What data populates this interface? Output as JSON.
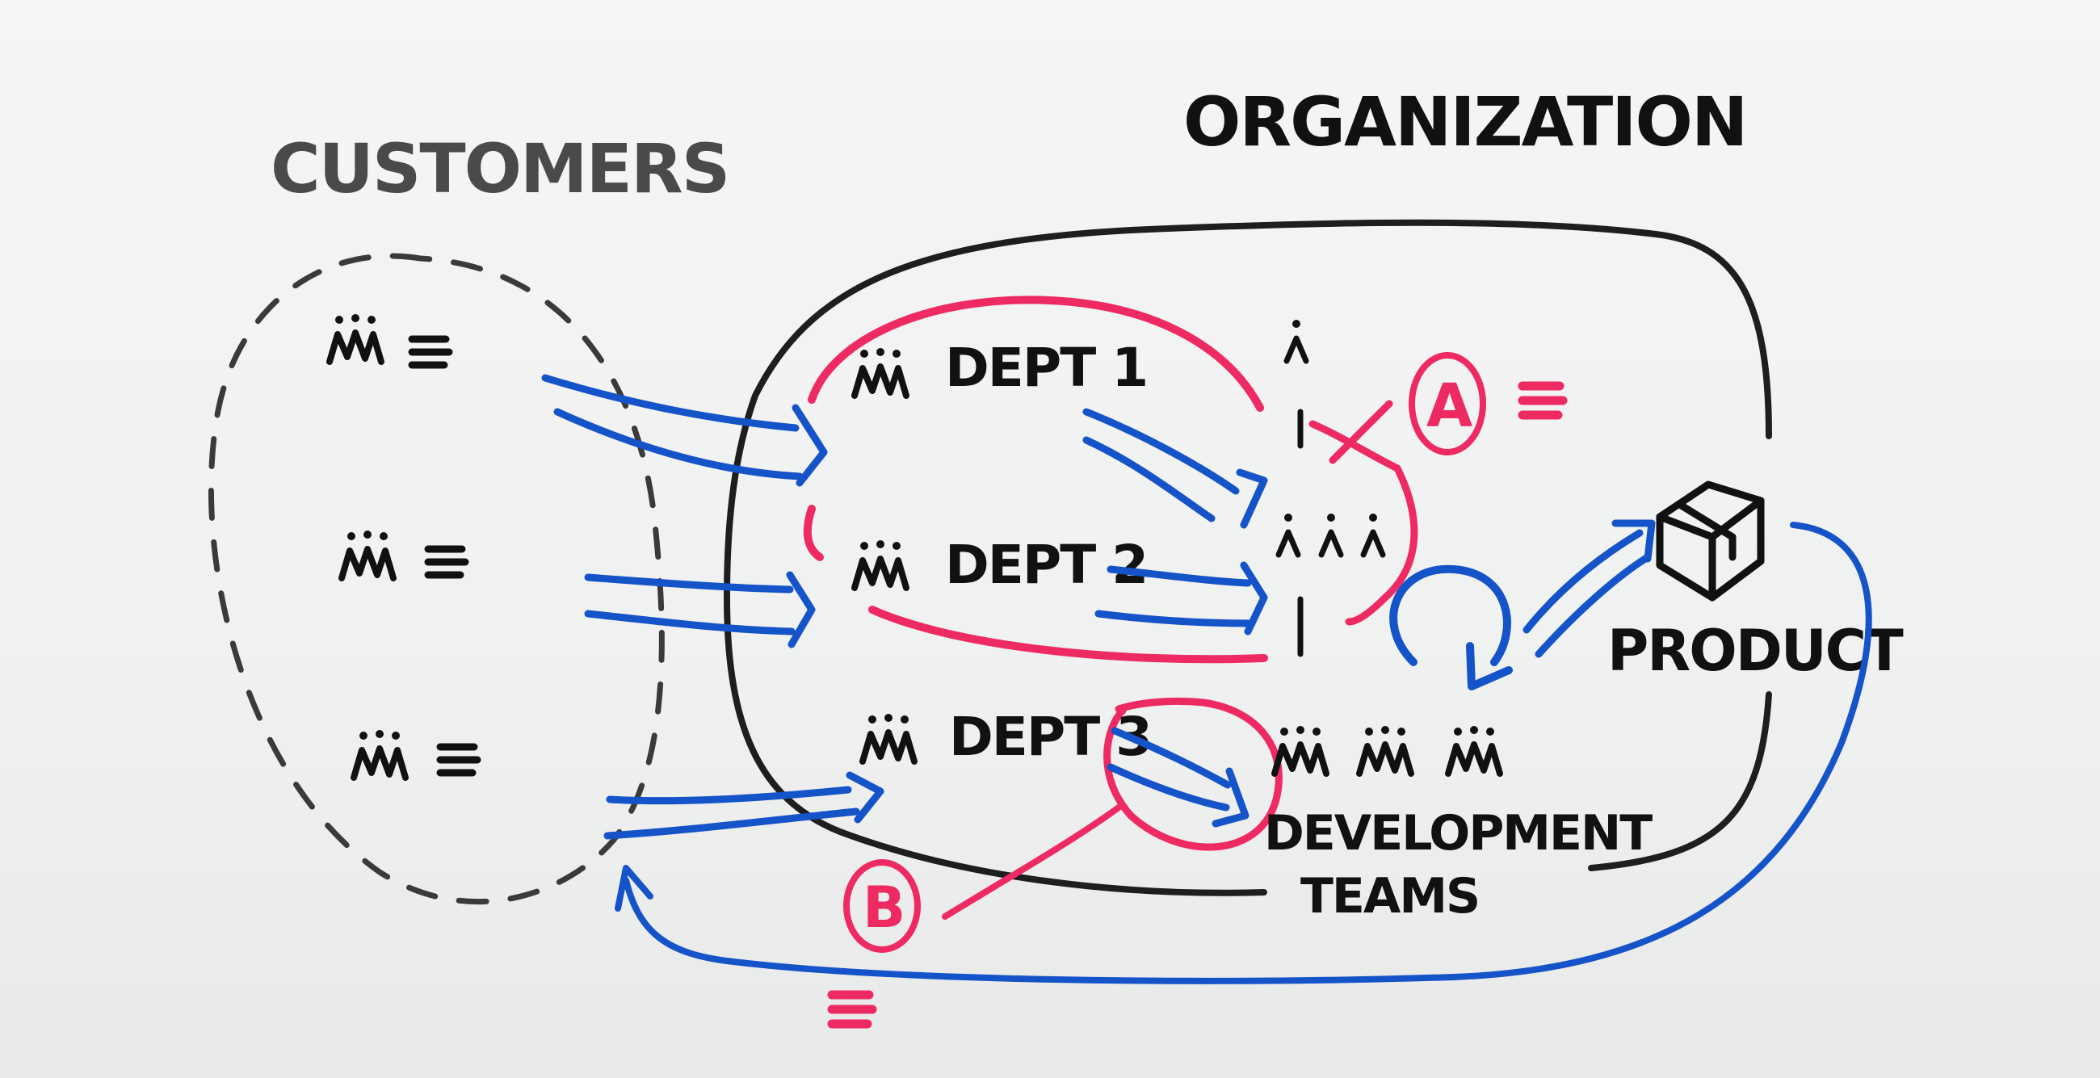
{
  "labels": {
    "customers": "CUSTOMERS",
    "organization": "ORGANIZATION",
    "dept1": "DEPT 1",
    "dept2": "DEPT 2",
    "dept3": "DEPT 3",
    "product": "PRODUCT",
    "dev_teams_line1": "DEVELOPMENT",
    "dev_teams_line2": "TEAMS",
    "marker_a": "A",
    "marker_b": "B"
  },
  "colors": {
    "ink_black": "#141414",
    "marker_blue": "#1453c8",
    "marker_pink": "#ee2a63",
    "board": "#f2f3f3"
  }
}
